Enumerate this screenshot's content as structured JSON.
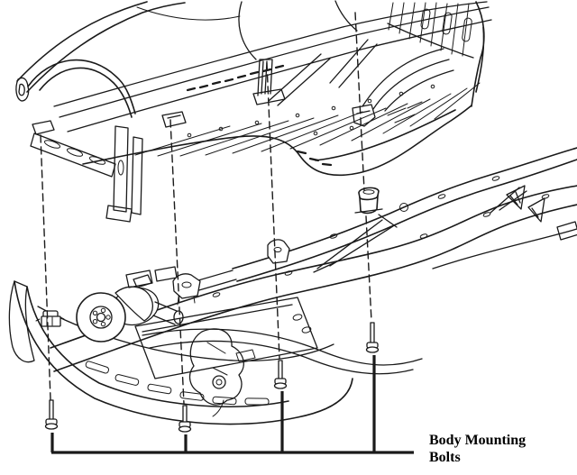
{
  "diagram": {
    "label": {
      "line1": "Body Mounting",
      "line2": "Bolts"
    },
    "colors": {
      "line": "#1a1a1a",
      "background": "#ffffff",
      "label_text": "#000000"
    },
    "bolts": {
      "count": 4
    }
  }
}
